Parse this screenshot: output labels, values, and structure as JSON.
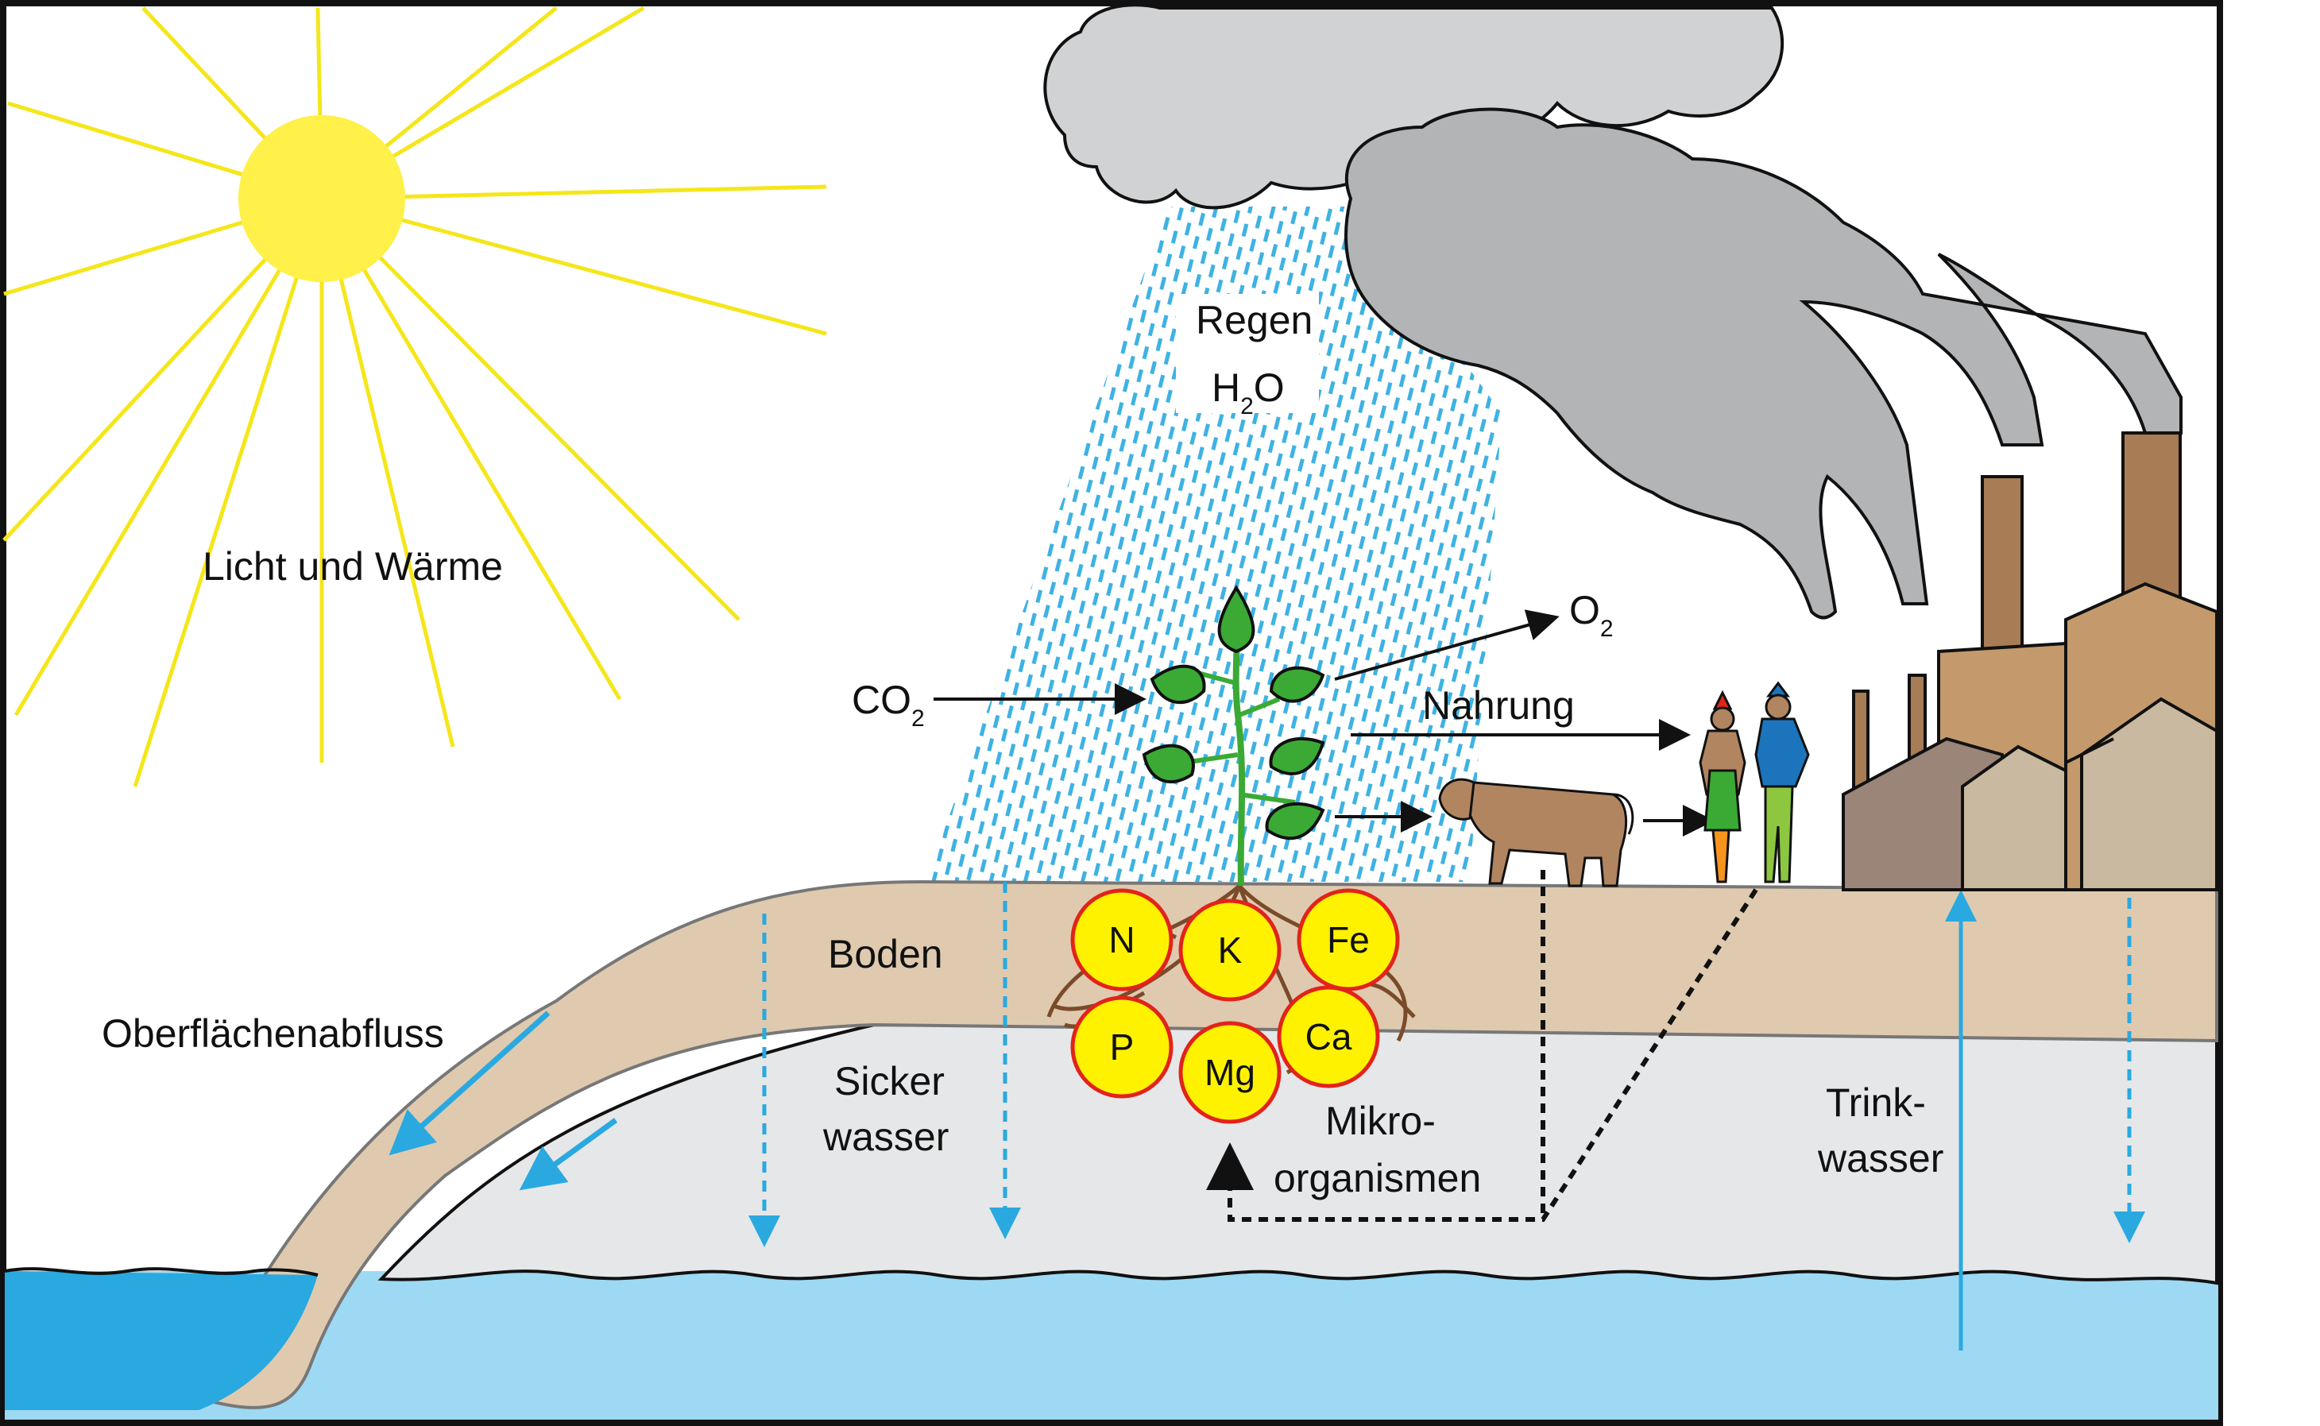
{
  "labels": {
    "light": "Licht und Wärme",
    "rain": "Regen",
    "water_formula": "H",
    "water_sub": "2",
    "water_o": "O",
    "co2": "CO",
    "co2_sub": "2",
    "o2": "O",
    "o2_sub": "2",
    "food": "Nahrung",
    "soil": "Boden",
    "seepage_1": "Sicker",
    "seepage_2": "wasser",
    "runoff": "Oberflächenabfluss",
    "micro_1": "Mikro-",
    "micro_2": "organismen",
    "drinking_1": "Trink-",
    "drinking_2": "wasser"
  },
  "nutrients": [
    "N",
    "K",
    "Fe",
    "P",
    "Mg",
    "Ca"
  ],
  "colors": {
    "sun": "#fff04a",
    "sun_rays": "#f5e61a",
    "cloud_light": "#d0d2d4",
    "cloud_dark": "#b2b4b6",
    "soil": "#dfcab0",
    "groundwater_zone": "#e6e7e8",
    "lake": "#29a9e0",
    "aquifer": "#9dd9f3",
    "arrow_blue": "#29a9e0",
    "leaf": "#3aaa35",
    "nutrient_fill": "#fff200",
    "nutrient_ring": "#e2231a",
    "root": "#7a4b2a",
    "cow": "#b08560",
    "chimney": "#a87c55",
    "factory": "#c49a6c"
  },
  "icons": [
    "sun-icon",
    "cloud-icon",
    "plant-icon",
    "cow-icon",
    "woman-icon",
    "man-icon",
    "factory-icon"
  ]
}
